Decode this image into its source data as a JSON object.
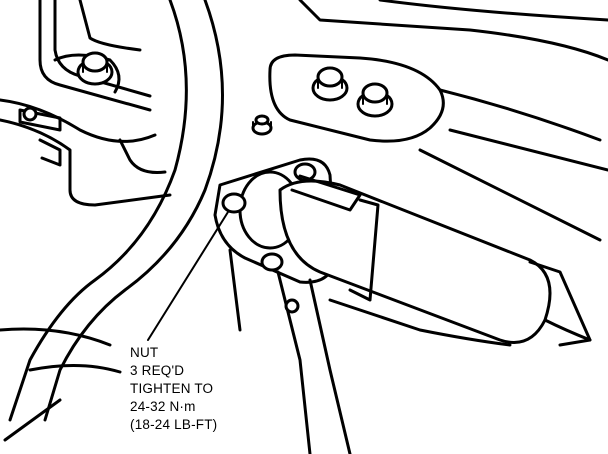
{
  "callout": {
    "lines": [
      "NUT",
      "3 REQ'D",
      "TIGHTEN TO",
      "24-32 N·m",
      "(18-24 LB-FT)"
    ]
  }
}
